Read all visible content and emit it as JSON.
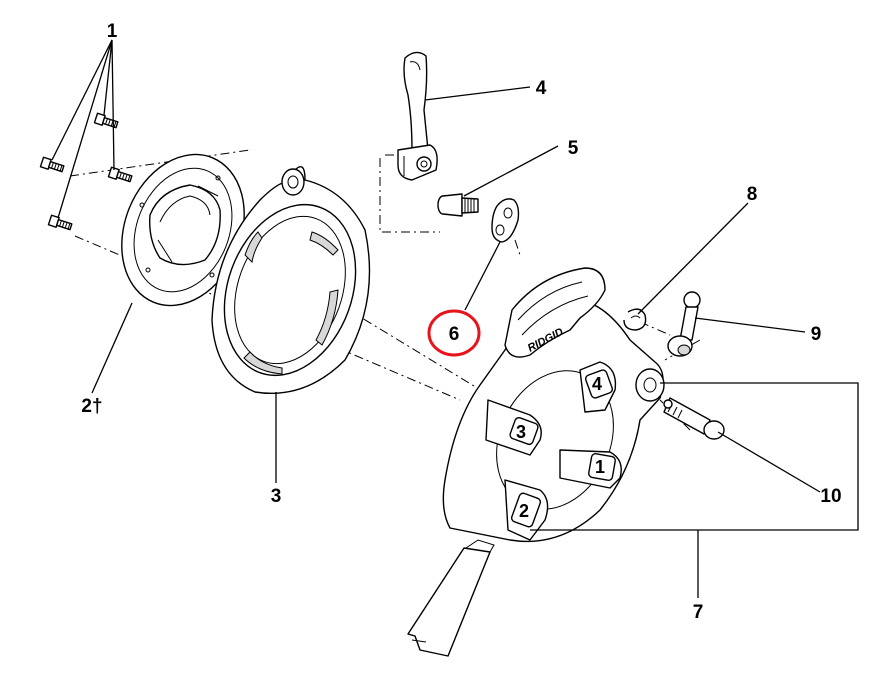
{
  "callouts": [
    {
      "id": "1",
      "label": "1"
    },
    {
      "id": "2",
      "label": "2†"
    },
    {
      "id": "3",
      "label": "3"
    },
    {
      "id": "4",
      "label": "4"
    },
    {
      "id": "5",
      "label": "5"
    },
    {
      "id": "6",
      "label": "6"
    },
    {
      "id": "7",
      "label": "7"
    },
    {
      "id": "8",
      "label": "8"
    },
    {
      "id": "9",
      "label": "9"
    },
    {
      "id": "10",
      "label": "10"
    }
  ],
  "die_head": {
    "brand": "RIDGID",
    "die_numbers": [
      "3",
      "4",
      "1",
      "2"
    ]
  },
  "highlight": {
    "callout_id": "6",
    "color": "#e8141b"
  }
}
